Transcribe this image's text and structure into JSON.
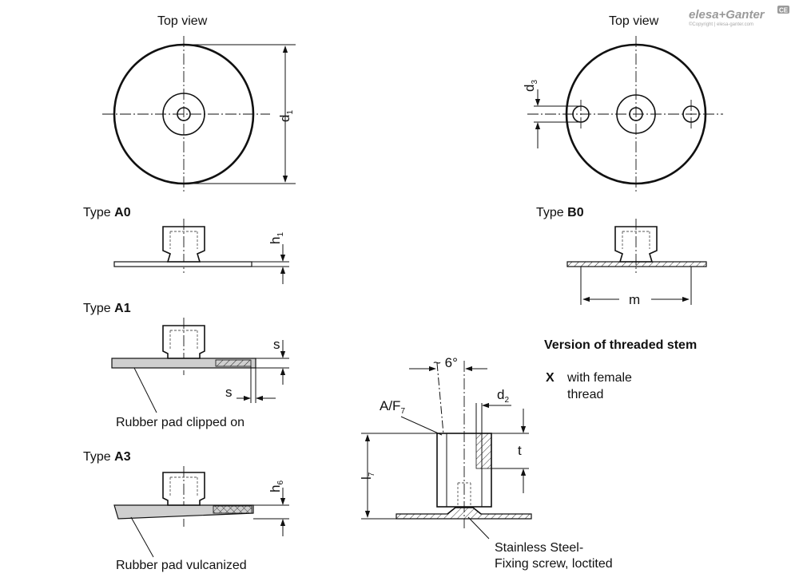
{
  "views": {
    "top_left_title": "Top view",
    "top_right_title": "Top view"
  },
  "types": {
    "a0": {
      "prefix": "Type ",
      "code": "A0"
    },
    "b0": {
      "prefix": "Type ",
      "code": "B0"
    },
    "a1": {
      "prefix": "Type ",
      "code": "A1"
    },
    "a3": {
      "prefix": "Type ",
      "code": "A3"
    }
  },
  "dimensions": {
    "d1": {
      "main": "d",
      "sub": "1"
    },
    "d3": {
      "main": "d",
      "sub": "3"
    },
    "h1": {
      "main": "h",
      "sub": "1"
    },
    "h6": {
      "main": "h",
      "sub": "6"
    },
    "m": "m",
    "s_vertical": "s",
    "s_horizontal": "s",
    "angle": "~ 6°",
    "af7": {
      "main": "A/F",
      "sub": "7"
    },
    "d2": {
      "main": "d",
      "sub": "2"
    },
    "l7": {
      "main": "l",
      "sub": "7"
    },
    "t": "t"
  },
  "captions": {
    "a1_pad": "Rubber pad clipped on",
    "a3_pad": "Rubber pad vulcanized",
    "screw_line1": "Stainless Steel-",
    "screw_line2": "Fixing screw, loctited"
  },
  "version": {
    "heading": "Version of threaded stem",
    "code": "X",
    "desc_line1": "with female",
    "desc_line2": "thread"
  },
  "brand": {
    "logo": "elesa+Ganter",
    "copyright": "©Copyright | elesa-ganter.com",
    "badge": "CE"
  },
  "icons": [
    "copyright-badge-icon"
  ]
}
